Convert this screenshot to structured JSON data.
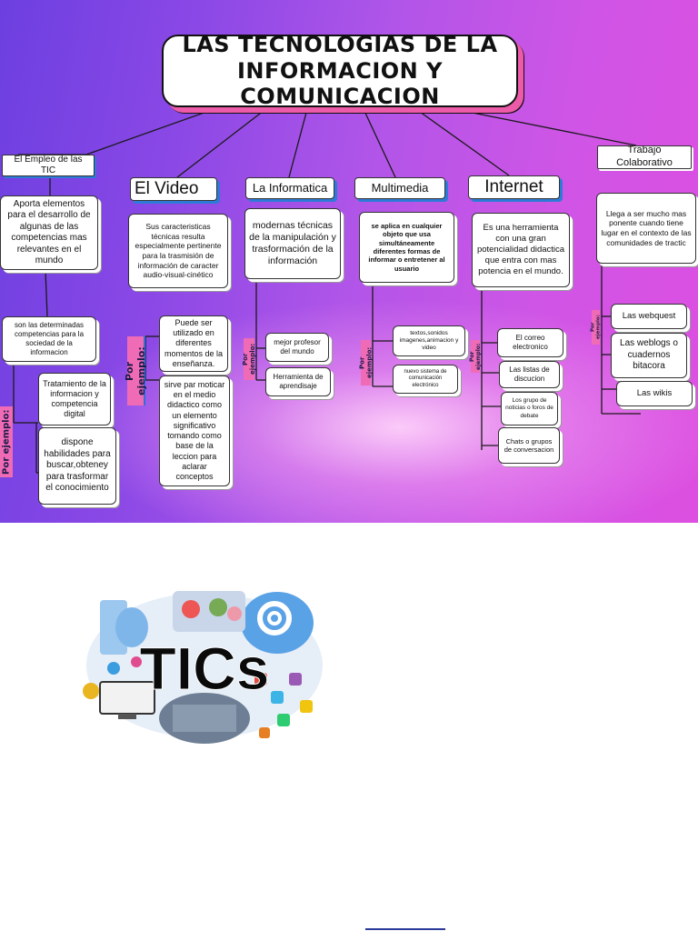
{
  "title": "LAS TECNOLOGIAS DE LA INFORMACION Y COMUNICACION",
  "branches": {
    "empleo": {
      "label": "El Empleo de las TIC",
      "description": "Aporta elementos para el desarrollo de algunas de las competencias mas relevantes en el mundo",
      "sub": "son las determinadas competencias para la sociedad de la informacion",
      "example_label": "Por ejemplo:",
      "examples": [
        "Tratamiento  de la informacion y competencia digital",
        "dispone habilidades para buscar,obteney para trasformar el conocimiento"
      ]
    },
    "video": {
      "label": "El Video",
      "description": "Sus caracteristicas técnicas resulta especialmente pertinente para la trasmisión de información de caracter audio-visual-cinético",
      "example_label": "Por ejemplo:",
      "examples": [
        "Puede ser utilizado en diferentes momentos de la enseñanza.",
        "sirve par moticar  en el medio didactico como un elemento significativo tomando como base de la leccion para aclarar conceptos"
      ]
    },
    "informatica": {
      "label": "La Informatica",
      "description": "modernas técnicas de la manipulación y trasformación de la información",
      "example_label": "Por ejemplo:",
      "examples": [
        "mejor profesor del mundo",
        "Herramienta de aprendisaje"
      ]
    },
    "multimedia": {
      "label": "Multimedia",
      "description": "se aplica en cualquier objeto que usa simultáneamente diferentes formas de informar o entretener al usuario",
      "example_label": "Por ejemplo:",
      "examples": [
        "textos,sonidos imagenes,animacion y video",
        "nuevo sistema de comunicación electrónico"
      ]
    },
    "internet": {
      "label": "Internet",
      "description": "Es una herramienta con una gran potencialidad didactica que entra con mas potencia en el mundo.",
      "example_label": "Por ejemplo:",
      "examples": [
        "El correo electronico",
        "Las listas de discucion",
        "Los grupo de noticias o  foros de debate",
        "Chats o grupos de conversacion"
      ]
    },
    "trabajo": {
      "label": "Trabajo Colaborativo",
      "description": "Llega a ser mucho mas ponente cuando tiene lugar en el contexto de las comunidades de tractic",
      "example_label": "Por ejemplo:",
      "examples": [
        "Las webquest",
        "Las weblogs o cuadernos bitacora",
        "Las wikis"
      ]
    }
  },
  "logo": {
    "text": "TICs"
  },
  "colors": {
    "accent_pink": "#f06bb5",
    "accent_blue": "#2d7bd6",
    "bg_purple": "#8a48e6",
    "bg_magenta": "#dd4fe0"
  }
}
